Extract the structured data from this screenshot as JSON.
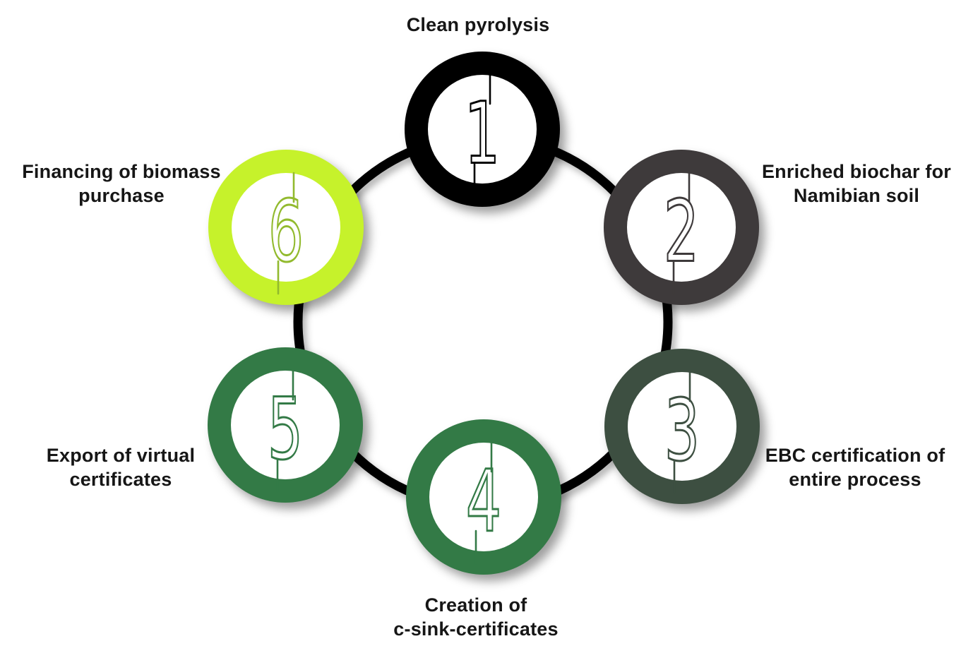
{
  "page": {
    "background_color": "#ffffff",
    "text_color": "#161616"
  },
  "diagram": {
    "type": "circular-process",
    "connector_color": "#000000",
    "steps": [
      {
        "number": "1",
        "position": "top",
        "label": "Clean pyrolysis",
        "label_lines": [
          "Clean pyrolysis"
        ],
        "ring_color": "#000000",
        "number_color": "#000000",
        "inner_color": "#ffffff"
      },
      {
        "number": "2",
        "position": "top-right",
        "label": "Enriched biochar for Namibian soil",
        "label_lines": [
          "Enriched biochar for",
          "Namibian soil"
        ],
        "ring_color": "#3e3a3b",
        "number_color": "#3e3a3b",
        "inner_color": "#ffffff"
      },
      {
        "number": "3",
        "position": "bottom-right",
        "label": "EBC certification of entire process",
        "label_lines": [
          "EBC certification of",
          "entire process"
        ],
        "ring_color": "#3d4f41",
        "number_color": "#3d4f41",
        "inner_color": "#ffffff"
      },
      {
        "number": "4",
        "position": "bottom",
        "label": "Creation of c-sink-certificates",
        "label_lines": [
          "Creation of",
          "c-sink-certificates"
        ],
        "ring_color": "#337a46",
        "number_color": "#337a46",
        "inner_color": "#ffffff"
      },
      {
        "number": "5",
        "position": "bottom-left",
        "label": "Export of virtual certificates",
        "label_lines": [
          "Export of virtual",
          "certificates"
        ],
        "ring_color": "#337a46",
        "number_color": "#337a46",
        "inner_color": "#ffffff"
      },
      {
        "number": "6",
        "position": "top-left",
        "label": "Financing of biomass purchase",
        "label_lines": [
          "Financing of biomass",
          "purchase"
        ],
        "ring_color": "#c6f22b",
        "number_color": "#92ba2e",
        "inner_color": "#ffffff"
      }
    ]
  }
}
